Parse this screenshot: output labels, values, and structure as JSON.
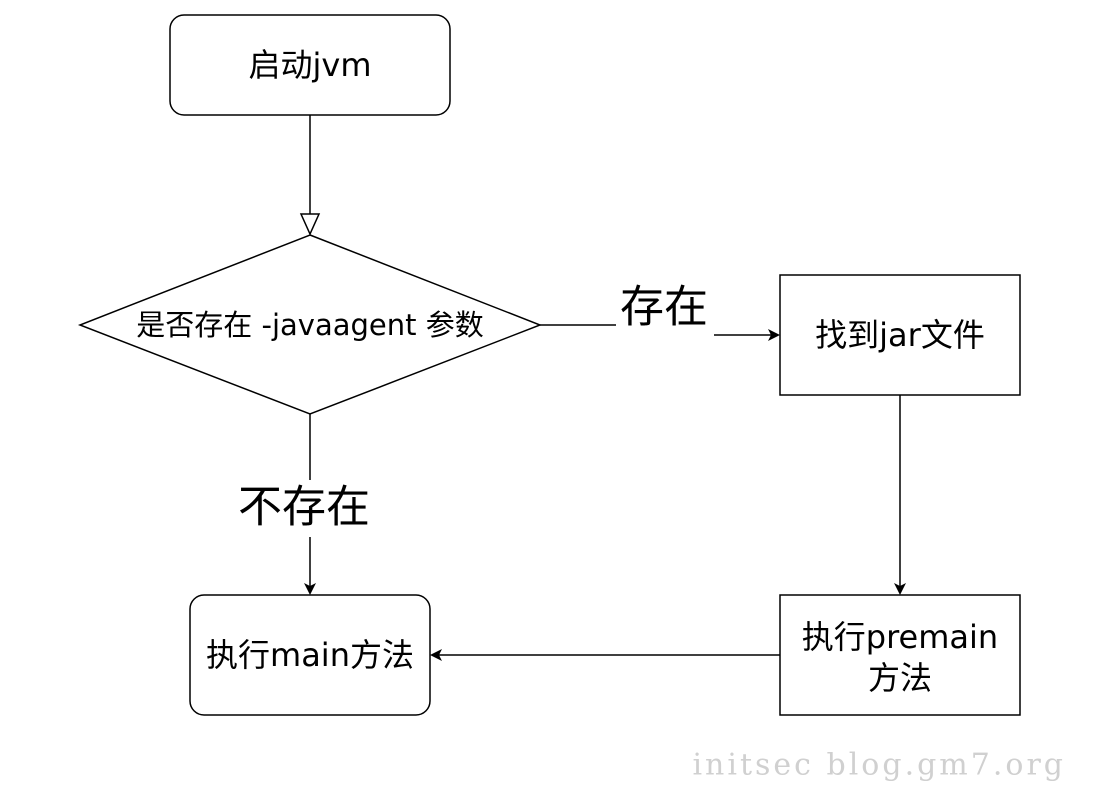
{
  "nodes": {
    "start": {
      "label": "启动jvm"
    },
    "decision": {
      "label": "是否存在 -javaagent 参数"
    },
    "find_jar": {
      "label": "找到jar文件"
    },
    "exec_premain": {
      "line1": "执行premain",
      "line2": "方法"
    },
    "exec_main": {
      "label": "执行main方法"
    }
  },
  "edges": {
    "exists": {
      "label": "存在"
    },
    "not_exists": {
      "label": "不存在"
    }
  },
  "watermark": {
    "text": "initsec blog.gm7.org"
  },
  "colors": {
    "stroke": "#000000",
    "text": "#000000",
    "watermark": "#d0d0d0"
  }
}
